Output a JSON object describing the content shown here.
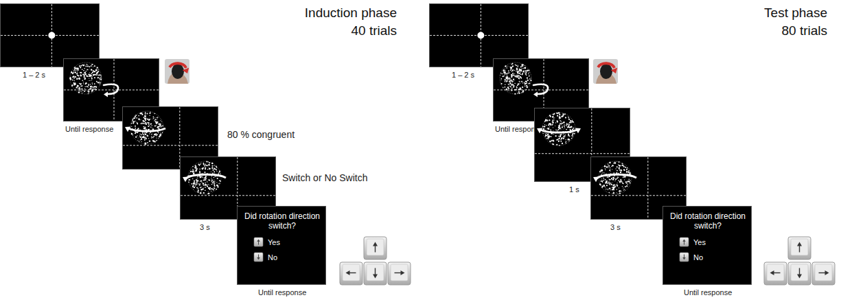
{
  "diagram": {
    "nodes": [
      {
        "text": [
          "1 – 2 s"
        ]
      },
      {
        "text": [
          "Until response"
        ]
      },
      {
        "text": [
          "80 % congruent"
        ]
      },
      {
        "text": [
          "Switch or No Switch",
          "3 s"
        ]
      },
      {
        "text": [
          "Did rotation direction switch?",
          "Yes",
          "No",
          "Until response"
        ]
      },
      {
        "text": [
          "1 – 2 s"
        ]
      },
      {
        "text": [
          "Until response"
        ]
      },
      {
        "text": [
          "1 s"
        ]
      },
      {
        "text": [
          "3 s"
        ]
      },
      {
        "text": [
          "Did rotation direction switch?",
          "Yes",
          "No",
          "Until response"
        ]
      }
    ],
    "labels": [
      "Induction phase",
      "40 trials",
      "Test phase",
      "80 trials"
    ]
  }
}
